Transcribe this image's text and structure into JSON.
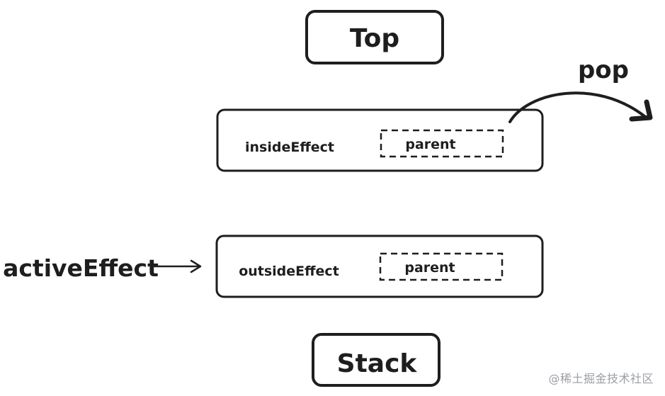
{
  "labels": {
    "top": "Top",
    "pop": "pop",
    "inside_effect": "insideEffect",
    "outside_effect": "outsideEffect",
    "parent_inside": "parent",
    "parent_outside": "parent",
    "active_effect": "activeEffect",
    "stack": "Stack"
  },
  "watermark": "@稀土掘金技术社区",
  "colors": {
    "stroke": "#1e1e1e",
    "background": "#ffffff",
    "watermark": "#9a9ea3"
  }
}
